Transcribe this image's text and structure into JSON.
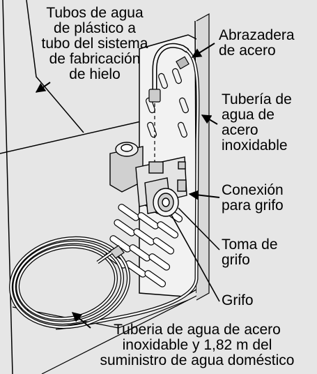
{
  "labels": {
    "plastic_tubes": "Tubos de agua\nde plástico a\ntubo del sistema\nde fabricación\nde hielo",
    "steel_clamp": "Abrazadera\nde acero",
    "stainless_tubing": "Tubería de\nagua de\nacero\ninoxidable",
    "faucet_connection": "Conexión\npara grifo",
    "faucet_inlet": "Toma de\ngrifo",
    "faucet": "Grifo",
    "supply_line": "Tuberia de agua de acero\ninoxidable y 1,82 m del\nsuministro de agua doméstico"
  }
}
